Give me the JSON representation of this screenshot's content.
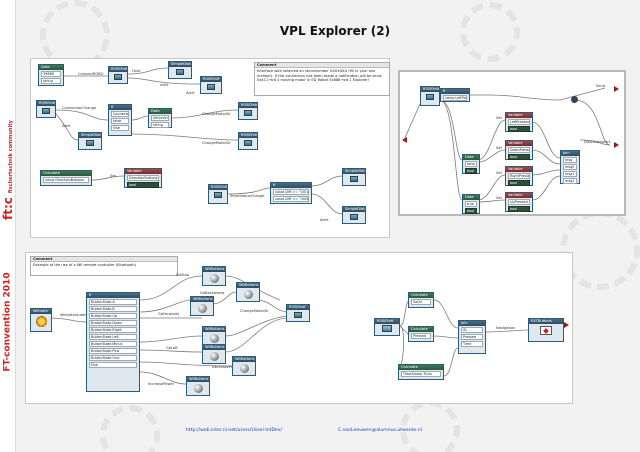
{
  "slide": {
    "title": "VPL Explorer (2)",
    "footer_url": "http://web.inter.nl.net/users/Ussel-IntDev/",
    "footer_email": "C.vanLeeuwen@alumnus.utwente.nl",
    "brand": {
      "logo": "ft:c",
      "community": "fischertechnik community",
      "convention": "FT-convention 2010"
    }
  },
  "panel_top_left": {
    "comment_header": "Comment",
    "comment_text": "Interface with selected an serialnumber XXXXXXX (fill in your one number). If the connection has been made a notification will be send. 0x411→bit 2 moving motor in ED Robot 0x888→bit 1 Explorer!",
    "nodes": {
      "data1_title": "Data",
      "data1_v1": "39888",
      "data1_v2": "string",
      "robo1": "ROBOIntf",
      "simple1": "SimpleDialog",
      "robo2": "ROBOIntf",
      "robo3": "ROBOIntf",
      "join": "If",
      "cond1": "Connected",
      "cond2": "false",
      "cond3": "Else",
      "data2_title": "Data",
      "data2_v1": "SetLevel1",
      "data2_v2": "string",
      "simple2": "SimpleDialog",
      "robo4": "ROBOIntf",
      "robo5": "ROBOIntf",
      "calc_title": "Calculate",
      "calc_v": "value.DirectionButtons",
      "var_title": "Variable",
      "var_v": "DirectionButtons",
      "var_t": "bool",
      "robo6": "ROBOIntf",
      "ifnode": "If",
      "ifc1": "value.Diff >= \"\\001\"",
      "ifc2": "value.Diff <= \"\\004\"",
      "simple3": "SimpleDialog",
      "simple4": "SimpleDialog"
    },
    "labels": {
      "connect": "ConnectROBO",
      "fault": "Fault",
      "alert": "Alert",
      "alert2": "Alert",
      "connchange": "ConnectionChange",
      "alert3": "Alert",
      "set": "Set",
      "changemotor": "ChangeMotorSir",
      "changemotor2": "ChangeMotorSir",
      "smart": "SmartValueChange",
      "alert4": "Alert"
    }
  },
  "panel_top_right": {
    "nodes": {
      "robo": "ROBOIntf",
      "if1": "If",
      "if1_c": "value.LeftPressed",
      "data3": "Data",
      "data3_v": "false",
      "data3_t": "bool",
      "data4": "Data",
      "data4_v": "true",
      "data4_t": "bool",
      "var1": "Variable",
      "var1_v": "LeftPressed",
      "var1_t": "bool",
      "var2": "Variable",
      "var2_v": "DownPressed",
      "var2_t": "bool",
      "var3": "Variable",
      "var3_v": "RightPressed",
      "var3_t": "bool",
      "var4": "Variable",
      "var4_v": "UpPressed",
      "var4_t": "bool",
      "join": "Join",
      "j1": "msg",
      "j2": "msg0",
      "j3": "msg1",
      "j4": "msg2",
      "j5": "msg3"
    },
    "labels": {
      "set": "Set",
      "set2": "Set",
      "set3": "Set",
      "set4": "Set",
      "send": "Send",
      "out": "DistributeAlert"
    }
  },
  "panel_bottom": {
    "comment_header": "Comment",
    "comment_text": "Example of the use of a Wii remote controller (Bluetooth)",
    "wiimote": "Wiimote",
    "ifnode": "If",
    "conditions": [
      "ButtonState.A",
      "ButtonState.B",
      "ButtonState.Up",
      "ButtonState.Down",
      "ButtonState.Right",
      "ButtonState.Left",
      "ButtonState.Minus",
      "ButtonState.Plus",
      "ButtonState.One",
      "Else"
    ],
    "labels": {
      "wiimote_out": "WiimoteUpdated",
      "dostop": "DoStop",
      "gobackwards": "GoBackwards",
      "goforwards": "GoForwards",
      "changemotor": "ChangeMotorSir",
      "goright": "GoRight",
      "goleft": "GoLeft",
      "decrease": "DecreasePower",
      "increase": "IncreasePower",
      "navigation": "Navigation"
    },
    "wii_nodes": [
      "WiiButtons",
      "WiiButtons",
      "WiiButtons",
      "WiiButtons",
      "WiiButtons",
      "WiiButtons",
      "WiiButtons"
    ],
    "robo": "ROBOIntf",
    "robo_right": "ROBOIntf",
    "calc1": "Calculate",
    "calc1_v": "SoDir",
    "calc2": "Calculate",
    "calc2_v": "Pressed",
    "calc3": "Calculate",
    "calc3_v": "TimeStamp.Ticks",
    "join": "Join",
    "join_items": [
      "ID",
      "Pressed",
      "Time"
    ],
    "ext": "EXTButtons"
  }
}
